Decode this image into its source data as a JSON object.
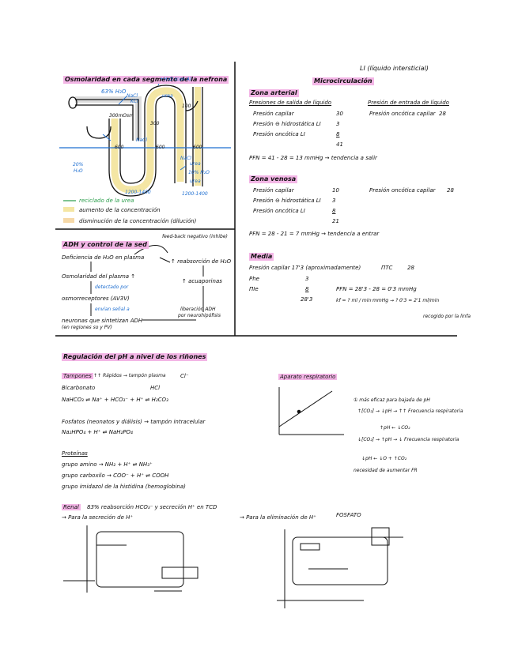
{
  "lz_note": "LI (líquido intersticial)",
  "nephron": {
    "title": "Osmolaridad en cada segmento de la nefrona",
    "labels": {
      "h2o_63": "63% H₂O",
      "nacl_top": "NaCl",
      "kcl_top": "KCl",
      "h2o_cona": "+H₂O (con A)",
      "urea_top": "urea",
      "v300": "300mOsm",
      "v100": "100",
      "v300b": "300",
      "nacl_mid": "NaCl",
      "v600a": "600",
      "v600b": "600",
      "v600c": "600",
      "h2o_20": "20%",
      "h2o_20b": "H₂O",
      "nacl_low": "NaCl",
      "urea_low": "urea",
      "h2o_low": "10% H₂O",
      "urea_low2": "urea",
      "v1200": "1200-1400",
      "v1200b": "1200-1400"
    },
    "legend": [
      "reciclado de la urea",
      "aumento de la concentración",
      "disminución de la concentración (dilución)"
    ]
  },
  "adh": {
    "title": "ADH y control de la sed",
    "feedback": "feed-back negativo (inhibe)",
    "lines": [
      "Deficiencia de H₂O en plasma",
      "Osmolaridad del plasma ↑",
      "detectado por",
      "osmorreceptores (AV3V)",
      "envían señal a",
      "neuronas que sintetizan ADH",
      "(en regiones so y PV)",
      "↑ reabsorción de H₂O",
      "↑ acuaporinas",
      "liberación ADH",
      "por neurohipófisis"
    ]
  },
  "micro": {
    "title": "Microcirculación",
    "arterial": {
      "heading": "Zona arterial",
      "col1": "Presiones de salida de líquido",
      "col2": "Presión de entrada de líquido",
      "rows": [
        {
          "label": "Presión capilar",
          "value": "30"
        },
        {
          "label": "Presión ⊖ hidrostática LI",
          "value": "3"
        },
        {
          "label": "Presión oncótica LI",
          "value": "8"
        }
      ],
      "sum": "41",
      "entry": "Presión oncótica capilar",
      "entry_value": "28",
      "pfn": "PFN = 41 - 28 = 13 mmHg → tendencia a salir"
    },
    "venosa": {
      "heading": "Zona venosa",
      "rows": [
        {
          "label": "Presión capilar",
          "value": "10"
        },
        {
          "label": "Presión ⊖ hidrostática LI",
          "value": "3"
        },
        {
          "label": "Presión oncótica LI",
          "value": "8"
        }
      ],
      "sum": "21",
      "entry": "Presión oncótica capilar",
      "entry_value": "28",
      "pfn": "PFN = 28 - 21 = 7 mmHg → tendencia a entrar"
    },
    "media": {
      "heading": "Media",
      "pc": "Presión capilar 17'3 (aproximadamente)",
      "ptc": "ΠTC",
      "ptc_value": "28",
      "phe": "Phe",
      "phe_value": "3",
      "pie": "ΠIe",
      "pie_value": "8",
      "sum": "28'3",
      "pfn": "PFN = 28'3 - 28 = 0'3 mmHg",
      "kf": "kf = ? ml / min·mmHg → ? 0'3 = 2'1 ml/min",
      "note": "recogido por la linfa"
    }
  },
  "ph": {
    "title": "Regulación del pH a nivel de los riñones",
    "buffers_title": "Tampones",
    "buffers_note": "↑↑ Rápidos → tampón plasma",
    "bicarb": "Bicarbonato",
    "hcl": "HCl",
    "cl": "Cl⁻",
    "eq1": "NaHCO₃ ⇌ Na⁺ + HCO₃⁻ + H⁺ ⇌ H₂CO₃",
    "fosfatos": "Fosfatos (neonatos y diálisis) → tampón intracelular",
    "eq2": "Na₂HPO₄ + H⁺ ⇌ NaH₂PO₄",
    "prot_title": "Proteínas",
    "prot": [
      "grupo amino → NH₂ + H⁺ ⇌ NH₃⁺",
      "grupo carboxilo → COO⁻ + H⁺ ⇌ COOH",
      "grupo imidazol de la histidina (hemoglobina)"
    ],
    "resp_title": "Aparato respiratorio",
    "resp_notes": [
      "① más eficaz para bajada de pH",
      "↑[CO₂] → ↓pH → ↑↑ Frecuencia respiratoria",
      "↑pH ← ↓CO₂",
      "↓[CO₂] → ↑pH → ↓ Frecuencia respiratoria",
      "↓pH ← ↓O + ↑CO₂",
      "necesidad de aumentar FR"
    ],
    "renal_title": "Renal",
    "renal_text": "83% reabsorción HCO₃⁻ y secreción H⁺ en TCD",
    "secr1": "→ Para la secreción de H⁺",
    "secr2": "→ Para la eliminación de H⁺",
    "fosfato": "FOSFATO"
  }
}
